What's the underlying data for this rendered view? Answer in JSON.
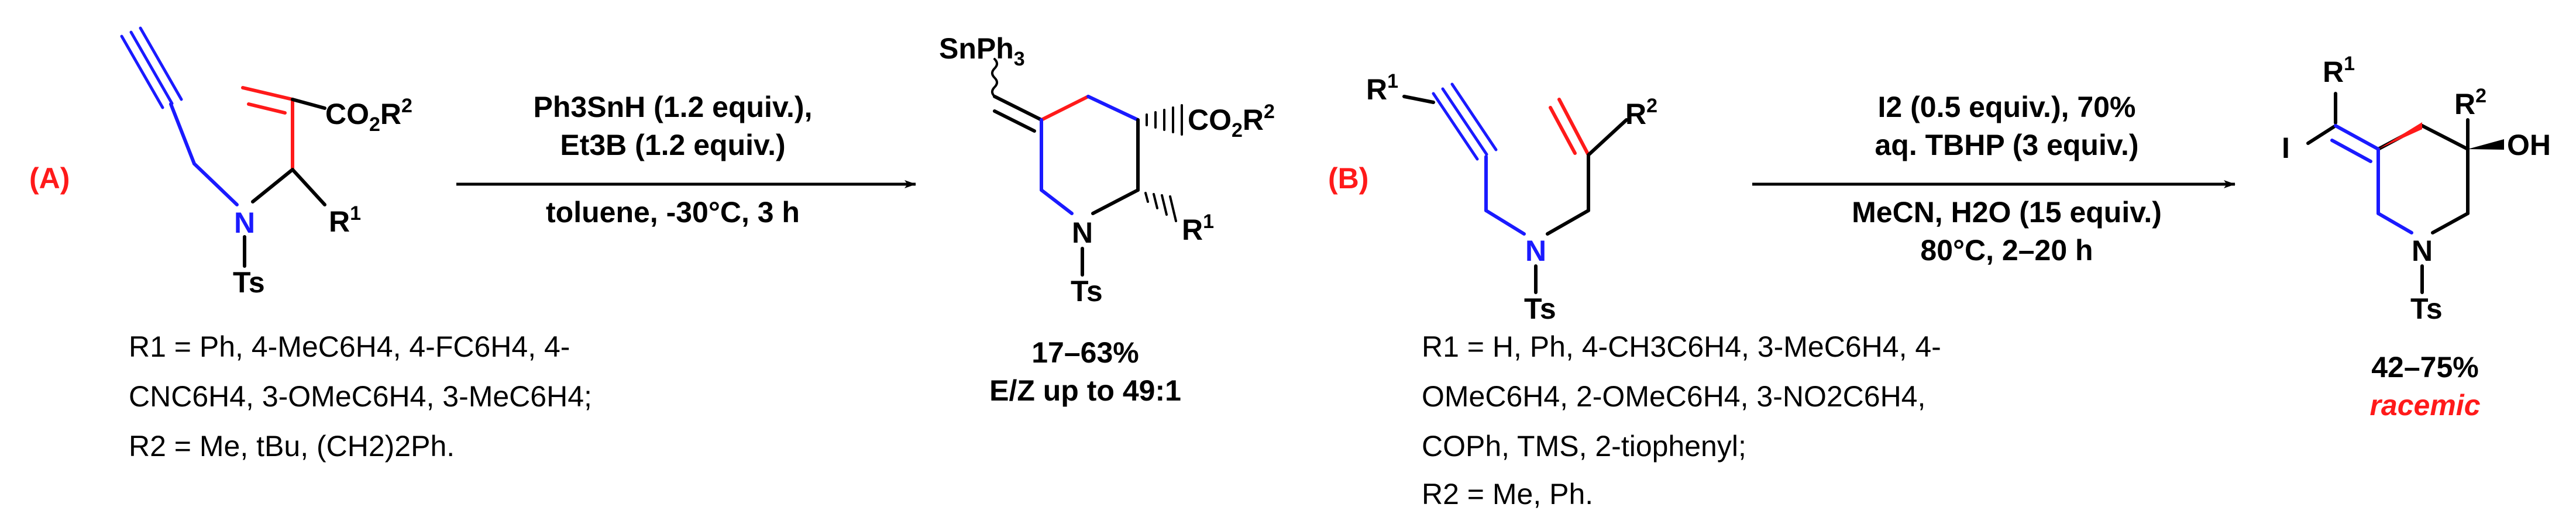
{
  "colors": {
    "black": "#000000",
    "blue": "#1a1aff",
    "red": "#ff1a1a"
  },
  "panel_a": {
    "label": "(A)",
    "reactant": {
      "ester": "CO",
      "ester_sub": "2",
      "ester_r": "R",
      "ester_r_sup": "2",
      "r1": "R",
      "r1_sup": "1",
      "n": "N",
      "ts": "Ts"
    },
    "conditions": {
      "line1": "Ph3SnH (1.2 equiv.),",
      "line2": "Et3B (1.2 equiv.)",
      "line3": "toluene, -30°C, 3 h"
    },
    "product": {
      "sn": "SnPh",
      "sn_sub": "3",
      "ester": "CO",
      "ester_sub": "2",
      "ester_r": "R",
      "ester_r_sup": "2",
      "r1": "R",
      "r1_sup": "1",
      "n": "N",
      "ts": "Ts",
      "yield": "17–63%",
      "selectivity": "E/Z up to 49:1"
    },
    "r1_list": [
      "R1 = Ph, 4-MeC6H4, 4-FC6H4, 4-",
      "CNC6H4, 3-OMeC6H4, 3-MeC6H4;"
    ],
    "r2_list": "R2 = Me, tBu, (CH2)2Ph."
  },
  "panel_b": {
    "label": "(B)",
    "reactant": {
      "r1": "R",
      "r1_sup": "1",
      "r2": "R",
      "r2_sup": "2",
      "n": "N",
      "ts": "Ts"
    },
    "conditions": {
      "line1": "I2 (0.5 equiv.), 70%",
      "line2": "aq. TBHP (3 equiv.)",
      "line3": "MeCN, H2O (15 equiv.)",
      "line4": "80°C, 2–20 h"
    },
    "product": {
      "r1": "R",
      "r1_sup": "1",
      "i": "I",
      "r2": "R",
      "r2_sup": "2",
      "oh": "OH",
      "n": "N",
      "ts": "Ts",
      "yield": "42–75%",
      "stereo": "racemic"
    },
    "r1_list": [
      "R1 = H, Ph, 4-CH3C6H4, 3-MeC6H4, 4-",
      "OMeC6H4, 2-OMeC6H4, 3-NO2C6H4,",
      "COPh, TMS, 2-tiophenyl;"
    ],
    "r2_list": "R2 = Me, Ph."
  }
}
